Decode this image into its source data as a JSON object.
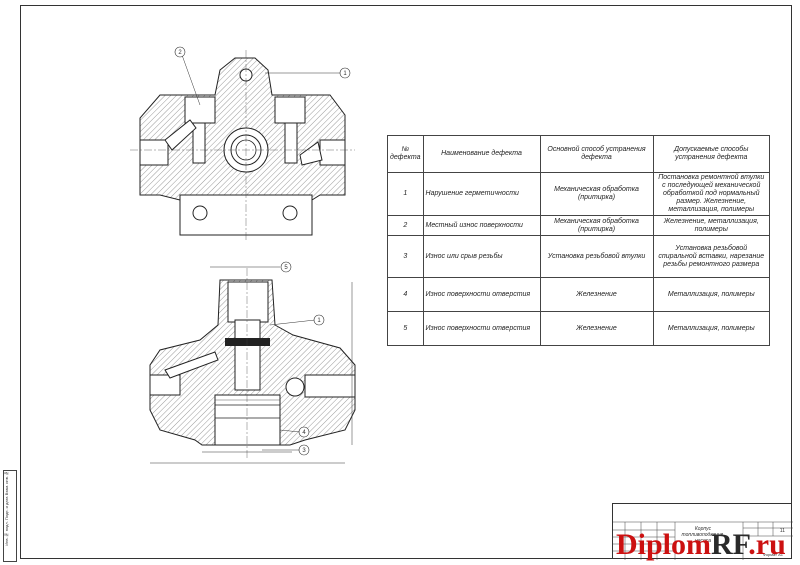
{
  "table": {
    "headers": [
      "№ дефекта",
      "Наименование дефекта",
      "Основной способ устранения дефекта",
      "Допускаемые способы устранения дефекта"
    ],
    "rows": [
      {
        "num": "1",
        "name": "Нарушение герметичности",
        "main": "Механическая обработка (притирка)",
        "alt": "Постановка ремонтной втулки с последующей механической обработкой под нормальный размер. Железнение, металлизация, полимеры"
      },
      {
        "num": "2",
        "name": "Местный износ поверхности",
        "main": "Механическая обработка (притирка)",
        "alt": "Железнение, металлизация, полимеры"
      },
      {
        "num": "3",
        "name": "Износ или срыв резьбы",
        "main": "Установка резьбовой втулки",
        "alt": "Установка резьбовой спиральной вставки, нарезание резьбы ремонтного размера"
      },
      {
        "num": "4",
        "name": "Износ поверхности отверстия",
        "main": "Железнение",
        "alt": "Металлизация, полимеры"
      },
      {
        "num": "5",
        "name": "Износ поверхности отверстия",
        "main": "Железнение",
        "alt": "Металлизация, полимеры"
      }
    ]
  },
  "callouts": [
    "1",
    "2",
    "5",
    "1",
    "4",
    "3"
  ],
  "title_block": {
    "title": "Корпус топливоподкачив. насоса",
    "sheet": "11",
    "format": "Формат А1"
  },
  "watermark": {
    "part1": "Diplom",
    "part2": "RF",
    "part3": ".ru"
  },
  "side_strip": "Инв.№ подл. Подп. и дата Взам. инв.№"
}
